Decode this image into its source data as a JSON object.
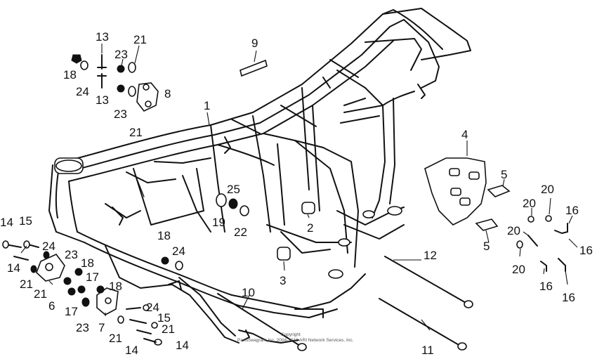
{
  "diagram": {
    "copyright": "Copyright\nPartsSeagram Inc. 2004-2016 ARI Network Services, Inc.",
    "callouts": [
      {
        "id": "c1",
        "text": "13"
      },
      {
        "id": "c2",
        "text": "21"
      },
      {
        "id": "c3",
        "text": "23"
      },
      {
        "id": "c4",
        "text": "18"
      },
      {
        "id": "c5",
        "text": "24"
      },
      {
        "id": "c6",
        "text": "13"
      },
      {
        "id": "c7",
        "text": "23"
      },
      {
        "id": "c8",
        "text": "8"
      },
      {
        "id": "c9",
        "text": "21"
      },
      {
        "id": "c10",
        "text": "9"
      },
      {
        "id": "c11",
        "text": "1"
      },
      {
        "id": "c12",
        "text": "4"
      },
      {
        "id": "c13",
        "text": "5"
      },
      {
        "id": "c14",
        "text": "20"
      },
      {
        "id": "c15",
        "text": "20"
      },
      {
        "id": "c16",
        "text": "16"
      },
      {
        "id": "c17",
        "text": "20"
      },
      {
        "id": "c18",
        "text": "16"
      },
      {
        "id": "c19",
        "text": "5"
      },
      {
        "id": "c20",
        "text": "20"
      },
      {
        "id": "c21",
        "text": "16"
      },
      {
        "id": "c22",
        "text": "16"
      },
      {
        "id": "c23",
        "text": "25"
      },
      {
        "id": "c24",
        "text": "19"
      },
      {
        "id": "c25",
        "text": "22"
      },
      {
        "id": "c26",
        "text": "2"
      },
      {
        "id": "c27",
        "text": "18"
      },
      {
        "id": "c28",
        "text": "24"
      },
      {
        "id": "c29",
        "text": "3"
      },
      {
        "id": "c30",
        "text": "12"
      },
      {
        "id": "c31",
        "text": "14"
      },
      {
        "id": "c32",
        "text": "15"
      },
      {
        "id": "c33",
        "text": "24"
      },
      {
        "id": "c34",
        "text": "14"
      },
      {
        "id": "c35",
        "text": "23"
      },
      {
        "id": "c36",
        "text": "18"
      },
      {
        "id": "c37",
        "text": "17"
      },
      {
        "id": "c38",
        "text": "21"
      },
      {
        "id": "c39",
        "text": "21"
      },
      {
        "id": "c40",
        "text": "6"
      },
      {
        "id": "c41",
        "text": "17"
      },
      {
        "id": "c42",
        "text": "18"
      },
      {
        "id": "c43",
        "text": "23"
      },
      {
        "id": "c44",
        "text": "7"
      },
      {
        "id": "c45",
        "text": "10"
      },
      {
        "id": "c46",
        "text": "24"
      },
      {
        "id": "c47",
        "text": "15"
      },
      {
        "id": "c48",
        "text": "21"
      },
      {
        "id": "c49",
        "text": "21"
      },
      {
        "id": "c50",
        "text": "14"
      },
      {
        "id": "c51",
        "text": "14"
      },
      {
        "id": "c52",
        "text": "11"
      }
    ]
  }
}
